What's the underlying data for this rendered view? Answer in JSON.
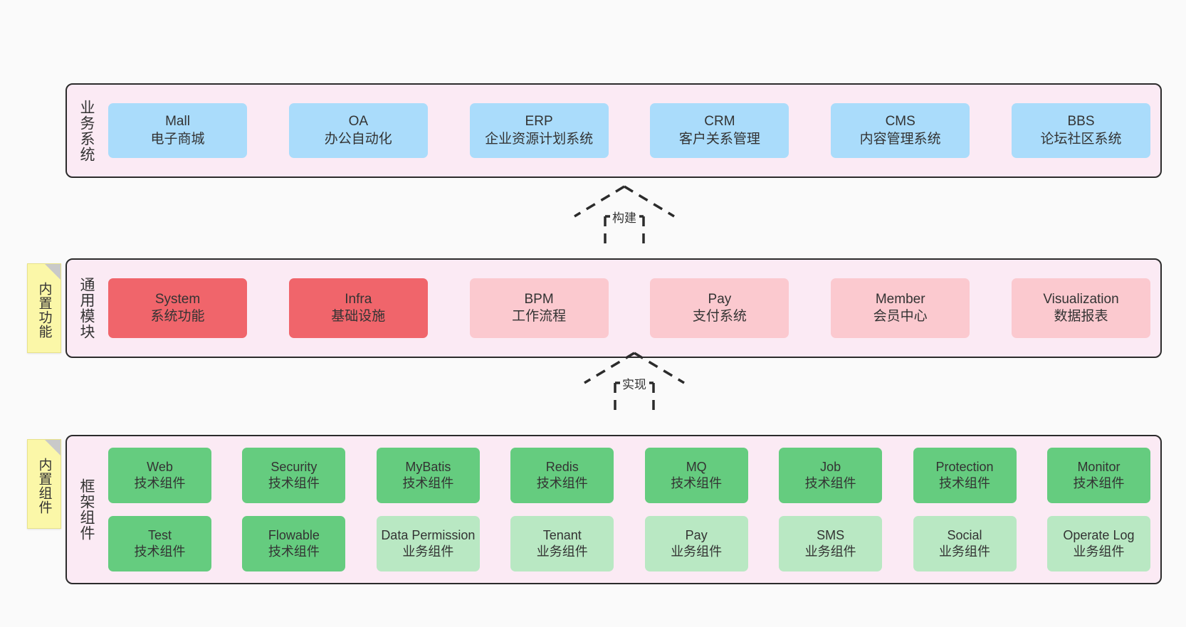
{
  "diagram": {
    "title_hidden": "",
    "background_color": "#fafafa",
    "band_fill": "#fbeaf4",
    "band_border": "#2b2b2b"
  },
  "layers": {
    "business": {
      "label": "业务系统",
      "color": "#aadcfb",
      "nodes": [
        {
          "en": "Mall",
          "cn": "电子商城"
        },
        {
          "en": "OA",
          "cn": "办公自动化"
        },
        {
          "en": "ERP",
          "cn": "企业资源计划系统"
        },
        {
          "en": "CRM",
          "cn": "客户关系管理"
        },
        {
          "en": "CMS",
          "cn": "内容管理系统"
        },
        {
          "en": "BBS",
          "cn": "论坛社区系统"
        }
      ]
    },
    "common": {
      "label": "通用模块",
      "note": "内置功能",
      "color_primary": "#f0656b",
      "color_secondary": "#fbc9cf",
      "nodes": [
        {
          "en": "System",
          "cn": "系统功能",
          "tone": "red"
        },
        {
          "en": "Infra",
          "cn": "基础设施",
          "tone": "red"
        },
        {
          "en": "BPM",
          "cn": "工作流程",
          "tone": "pink"
        },
        {
          "en": "Pay",
          "cn": "支付系统",
          "tone": "pink"
        },
        {
          "en": "Member",
          "cn": "会员中心",
          "tone": "pink"
        },
        {
          "en": "Visualization",
          "cn": "数据报表",
          "tone": "pink"
        }
      ]
    },
    "framework": {
      "label": "框架组件",
      "note": "内置组件",
      "color_tech": "#65cc7f",
      "color_biz": "#b9e8c3",
      "row1": [
        {
          "en": "Web",
          "cn": "技术组件",
          "tone": "green"
        },
        {
          "en": "Security",
          "cn": "技术组件",
          "tone": "green"
        },
        {
          "en": "MyBatis",
          "cn": "技术组件",
          "tone": "green"
        },
        {
          "en": "Redis",
          "cn": "技术组件",
          "tone": "green"
        },
        {
          "en": "MQ",
          "cn": "技术组件",
          "tone": "green"
        },
        {
          "en": "Job",
          "cn": "技术组件",
          "tone": "green"
        },
        {
          "en": "Protection",
          "cn": "技术组件",
          "tone": "green"
        },
        {
          "en": "Monitor",
          "cn": "技术组件",
          "tone": "green"
        }
      ],
      "row2": [
        {
          "en": "Test",
          "cn": "技术组件",
          "tone": "green"
        },
        {
          "en": "Flowable",
          "cn": "技术组件",
          "tone": "green"
        },
        {
          "en": "Data Permission",
          "cn": "业务组件",
          "tone": "green-light"
        },
        {
          "en": "Tenant",
          "cn": "业务组件",
          "tone": "green-light"
        },
        {
          "en": "Pay",
          "cn": "业务组件",
          "tone": "green-light"
        },
        {
          "en": "SMS",
          "cn": "业务组件",
          "tone": "green-light"
        },
        {
          "en": "Social",
          "cn": "业务组件",
          "tone": "green-light"
        },
        {
          "en": "Operate Log",
          "cn": "业务组件",
          "tone": "green-light"
        }
      ]
    }
  },
  "connectors": [
    {
      "id": "build",
      "label": "构建"
    },
    {
      "id": "implement",
      "label": "实现"
    }
  ]
}
